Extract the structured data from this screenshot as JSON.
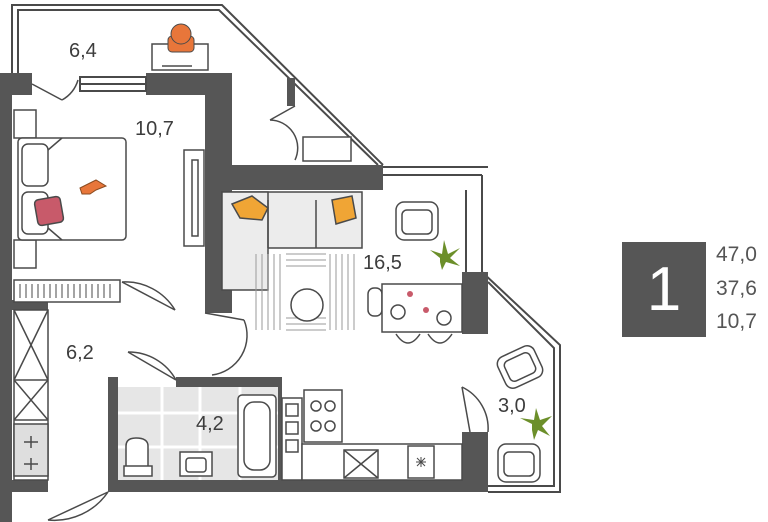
{
  "colors": {
    "wall": "#565656",
    "outline": "#4a4a4a",
    "tile": "#e6e6e6",
    "sofa": "#ececec",
    "pillow_orange": "#f0a535",
    "pillow_red": "#c85a6a",
    "plant": "#6c8f2a",
    "chair_orange": "#e8763a"
  },
  "rooms": [
    {
      "id": "balcony-top",
      "area": "6,4"
    },
    {
      "id": "bedroom",
      "area": "10,7"
    },
    {
      "id": "living-kitchen",
      "area": "16,5"
    },
    {
      "id": "hallway",
      "area": "6,2"
    },
    {
      "id": "bathroom",
      "area": "4,2"
    },
    {
      "id": "loggia-right",
      "area": "3,0"
    }
  ],
  "summary": {
    "room_count": "1",
    "total_area": "47,0",
    "living_area": "37,6",
    "bedroom_area": "10,7"
  }
}
